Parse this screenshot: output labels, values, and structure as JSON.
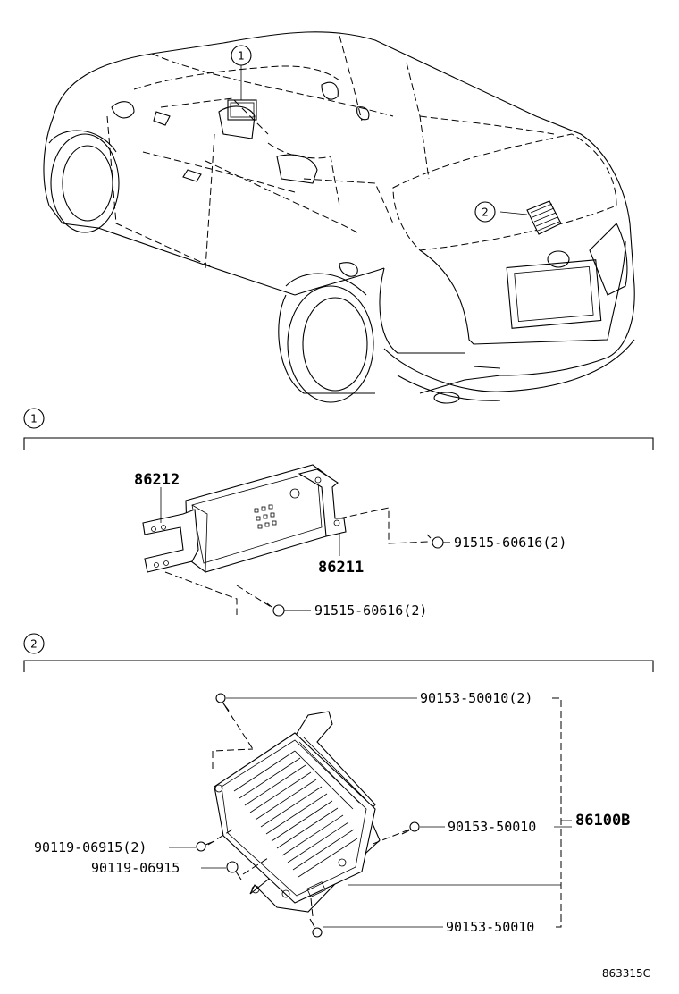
{
  "callouts": {
    "c1": "1",
    "c2": "2"
  },
  "section1": {
    "marker": "1",
    "labels": {
      "bracket": "86212",
      "amp": "86211",
      "bolt_a": "91515-60616(2)",
      "bolt_b": "91515-60616(2)"
    }
  },
  "section2": {
    "marker": "2",
    "labels": {
      "screw_top": "90153-50010(2)",
      "screw_mid": "90153-50010",
      "screw_bot": "90153-50010",
      "bolt_a": "90119-06915(2)",
      "bolt_b": "90119-06915",
      "assembly": "86100B"
    }
  },
  "drawing_ref": "863315C"
}
